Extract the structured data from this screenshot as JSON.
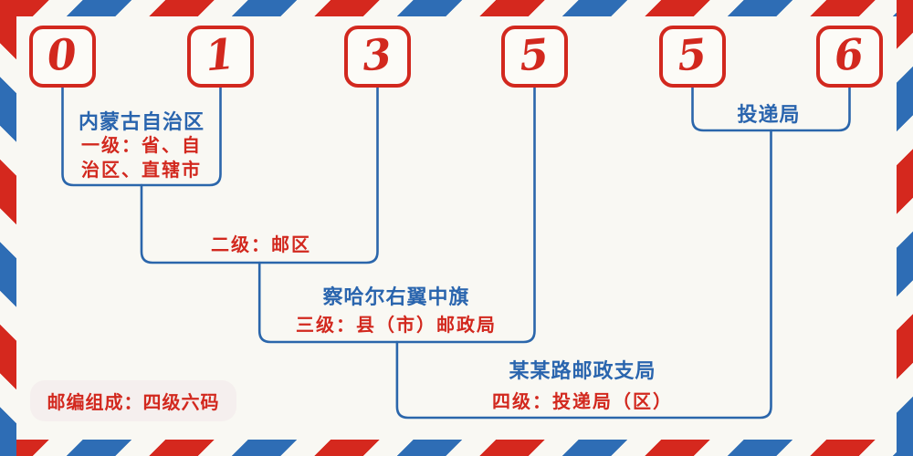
{
  "colors": {
    "background": "#f9f8f3",
    "red": "#d2281e",
    "blue": "#2a65ae",
    "line_blue": "#2b66ab",
    "stripe_red": "#d5281e",
    "stripe_blue": "#2e6db5",
    "note_pill_bg": "#f5efee"
  },
  "postal_code": {
    "digits": [
      "0",
      "1",
      "3",
      "5",
      "5",
      "6"
    ]
  },
  "annotations": {
    "level1": {
      "place": "内蒙古自治区",
      "desc_line1": "一级：省、自",
      "desc_line2": "治区、直辖市"
    },
    "level2": {
      "desc": "二级：邮区"
    },
    "level3": {
      "place": "察哈尔右翼中旗",
      "desc": "三级：县（市）邮政局"
    },
    "level4": {
      "place": "某某路邮政支局",
      "desc": "四级：投递局（区）"
    },
    "delivery_office": "投递局"
  },
  "footer": {
    "note": "邮编组成：四级六码"
  }
}
